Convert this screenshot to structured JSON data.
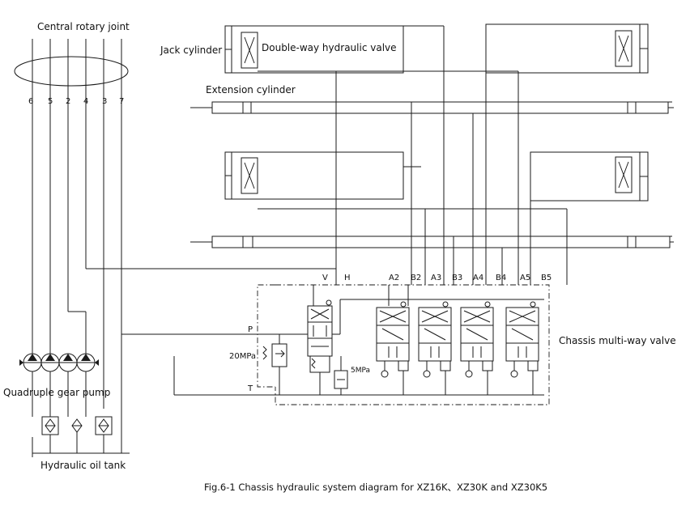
{
  "labels": {
    "central_rotary_joint": "Central rotary joint",
    "jack_cylinder": "Jack cylinder",
    "double_way_valve": "Double-way hydraulic valve",
    "extension_cylinder": "Extension cylinder",
    "chassis_multiway_valve": "Chassis multi-way valve",
    "quadruple_gear_pump": "Quadruple gear pump",
    "hydraulic_oil_tank": "Hydraulic oil tank",
    "relief_20": "20MPa",
    "relief_5": "5MPa",
    "port_p": "P",
    "port_t": "T"
  },
  "joint_ports": [
    "6",
    "5",
    "2",
    "4",
    "3",
    "7"
  ],
  "valve_ports": [
    "V",
    "H",
    "A2",
    "B2",
    "A3",
    "B3",
    "A4",
    "B4",
    "A5",
    "B5"
  ],
  "caption": "Fig.6-1   Chassis hydraulic system diagram for XZ16K、XZ30K and XZ30K5"
}
